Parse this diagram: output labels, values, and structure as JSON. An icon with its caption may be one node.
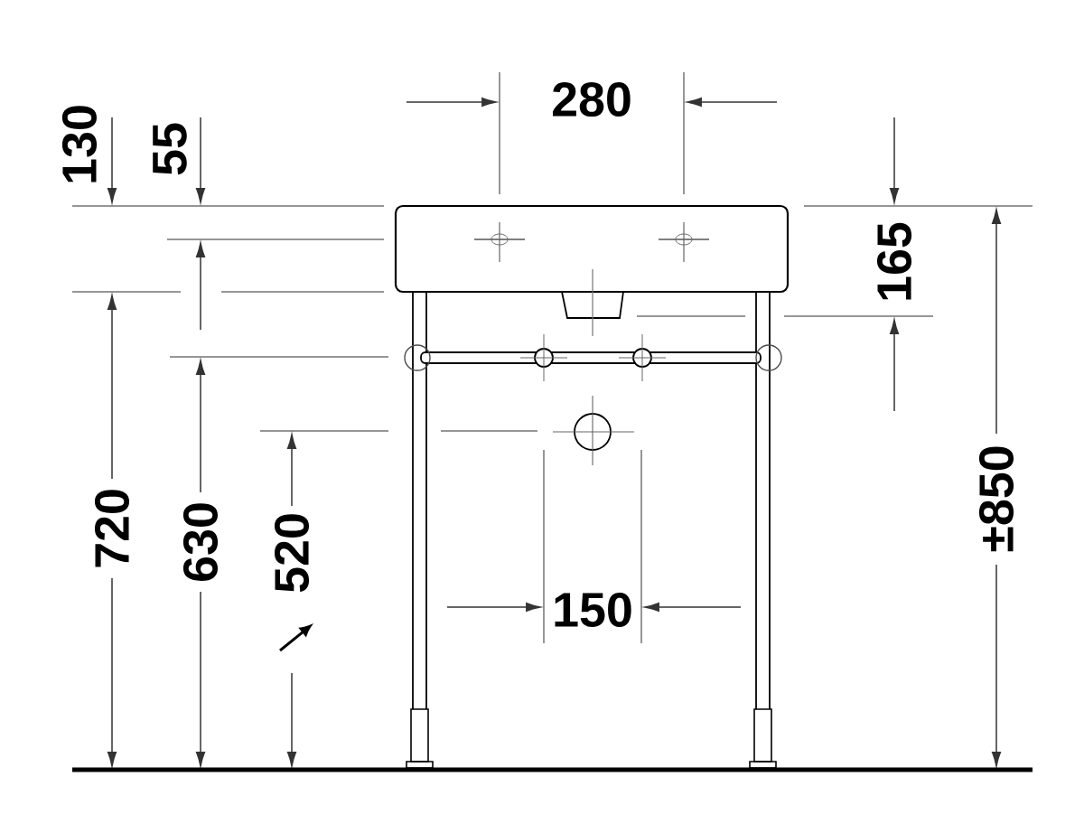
{
  "diagram": {
    "labels": [
      "280",
      "130",
      "55",
      "165",
      "±850",
      "720",
      "630",
      "520",
      "150"
    ]
  }
}
